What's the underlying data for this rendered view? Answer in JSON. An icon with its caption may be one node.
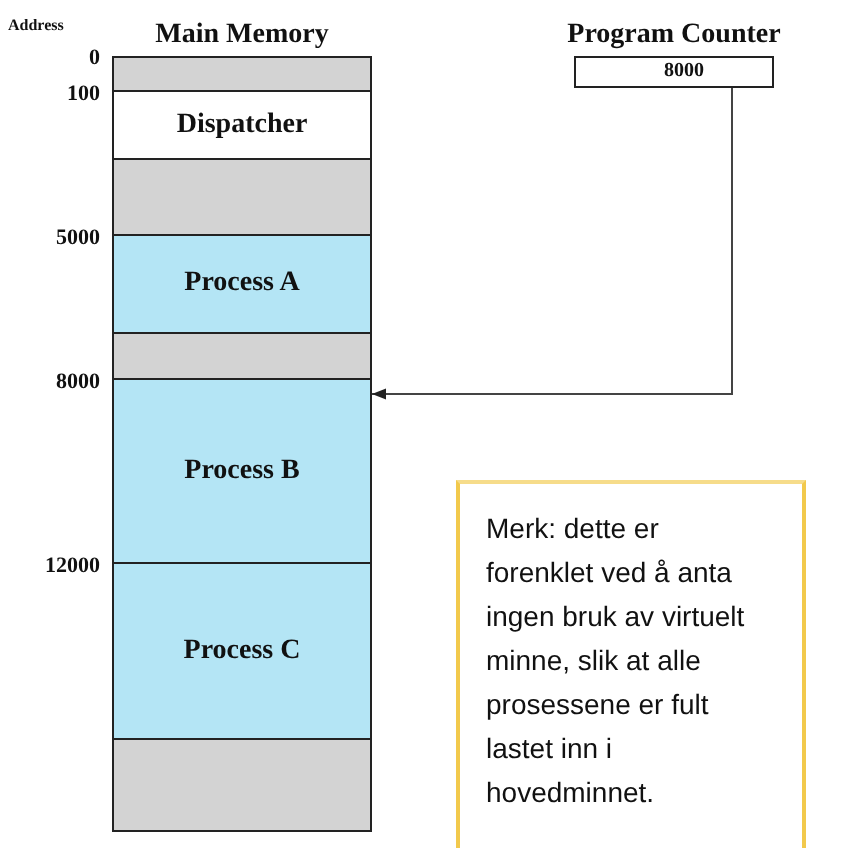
{
  "diagram": {
    "nodes": [
      {
        "text": [
          "Main Memory"
        ]
      },
      {
        "text": [],
        "shape": "box",
        "in": 0
      },
      {
        "text": [
          "Dispatcher"
        ],
        "in": 0
      },
      {
        "text": [],
        "shape": "box",
        "in": 0
      },
      {
        "text": [
          "Process A"
        ],
        "in": 0
      },
      {
        "text": [],
        "shape": "box",
        "in": 0
      },
      {
        "text": [
          "Process B"
        ],
        "in": 0
      },
      {
        "text": [
          "Process C"
        ],
        "in": 0
      },
      {
        "text": [],
        "shape": "box",
        "in": 0
      },
      {
        "text": [
          "Program Counter",
          "8000"
        ]
      },
      {
        "text": [
          "Merk: dette er forenklet ved å anta ingen bruk av virtuelt minne, slik at alle prosessene er fult lastet inn i hovedminnet."
        ]
      }
    ],
    "edges": [
      {
        "from": 9,
        "to": 6,
        "arrow": "to"
      }
    ],
    "labels": [
      "Address",
      "0",
      "100",
      "5000",
      "8000",
      "12000"
    ]
  }
}
